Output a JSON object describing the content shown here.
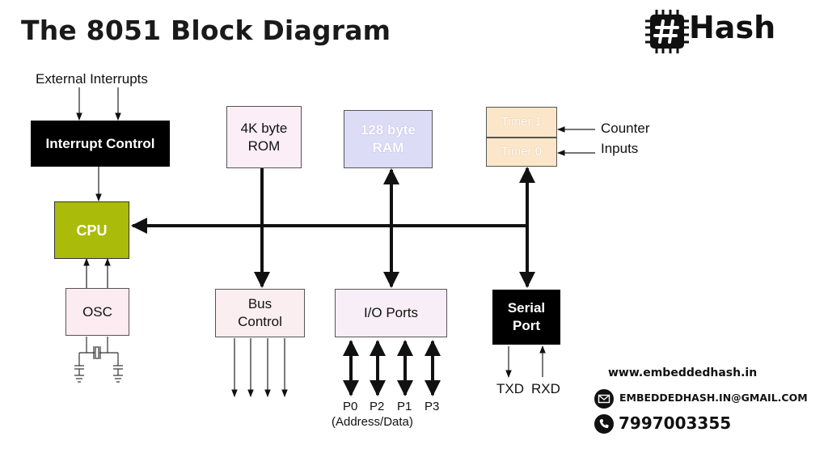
{
  "title": "The 8051 Block Diagram",
  "logo": {
    "text": "Hash",
    "icon": "chip-hash-icon"
  },
  "labels": {
    "external_interrupts": "External  Interrupts",
    "counter": "Counter",
    "inputs": "Inputs",
    "txd": "TXD",
    "rxd": "RXD",
    "p0": "P0",
    "p2": "P2",
    "p1": "P1",
    "p3": "P3",
    "address_data": "(Address/Data)"
  },
  "blocks": {
    "interrupt_control": "Interrupt Control",
    "cpu": "CPU",
    "osc": "OSC",
    "rom_line1": "4K byte",
    "rom_line2": "ROM",
    "ram_line1": "128 byte",
    "ram_line2": "RAM",
    "timer1": "Timer 1",
    "timer0": "Timer 0",
    "bus_line1": "Bus",
    "bus_line2": "Control",
    "io_ports": "I/O Ports",
    "serial_line1": "Serial",
    "serial_line2": "Port"
  },
  "contact": {
    "website": "www.embeddedhash.in",
    "email": "EMBEDDEDHASH.IN@GMAIL.COM",
    "phone": "7997003355",
    "email_icon": "envelope-icon",
    "phone_icon": "phone-icon"
  },
  "colors": {
    "interrupt_control_bg": "#000000",
    "cpu_bg": "#aabb0a",
    "osc_bg": "#fcecf2",
    "rom_bg": "#fbeef6",
    "ram_bg": "#dcdcf7",
    "timer_bg": "#fbe6c9",
    "bus_bg": "#fbeef0",
    "io_bg": "#f8eef7",
    "serial_bg": "#000000"
  }
}
